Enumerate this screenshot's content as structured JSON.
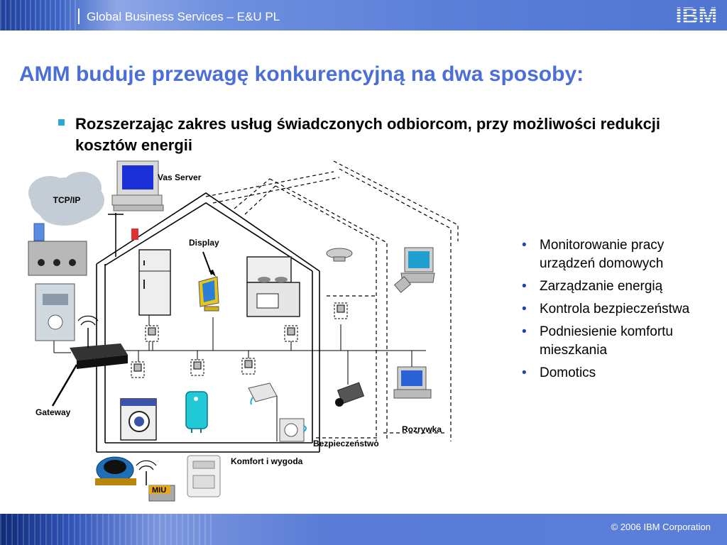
{
  "header": {
    "text": "Global Business Services – E&U PL",
    "logo": "IBM"
  },
  "title": "AMM buduje przewagę konkurencyjną na dwa sposoby:",
  "main_bullet": "Rozszerzając zakres usług świadczonych odbiorcom, przy możliwości redukcji kosztów energii",
  "right_bullets": [
    "Monitorowanie pracy urządzeń domowych",
    "Zarządzanie energią",
    "Kontrola bezpieczeństwa",
    "Podniesienie komfortu mieszkania",
    "Domotics"
  ],
  "diagram": {
    "tcpip": "TCP/IP",
    "vas_server": "Vas Server",
    "display": "Display",
    "gateway": "Gateway",
    "rozrywka": "Rozrywka",
    "bezpieczenstwo": "Bezpieczeństwo",
    "komfort": "Komfort i wygoda",
    "miu": "MIU"
  },
  "footer": {
    "copyright": "© 2006 IBM Corporation"
  },
  "colors": {
    "title": "#4b6fd6",
    "bullet_square": "#2aa8d8",
    "bar": "#5a7cd6"
  }
}
